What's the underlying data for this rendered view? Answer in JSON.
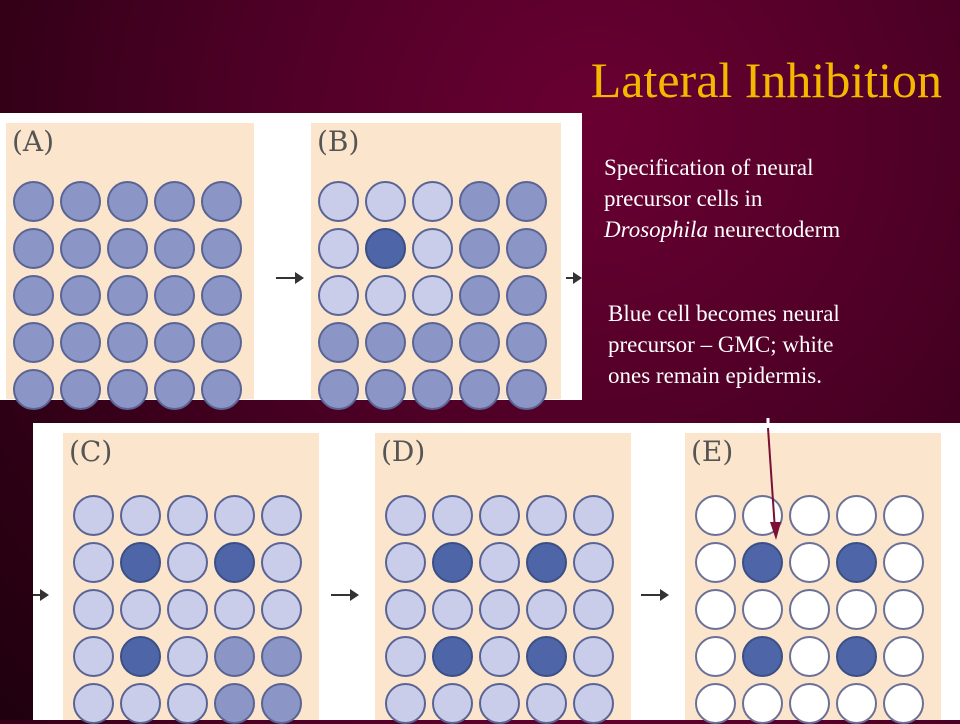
{
  "title": "Lateral Inhibition",
  "description_text": {
    "line1": "Specification of neural",
    "line2": "precursor cells in",
    "line3_italic": "Drosophila",
    "line3_rest": " neurectoderm"
  },
  "annotation_text": {
    "line1": "Blue cell becomes neural",
    "line2": "precursor – GMC; white",
    "line3": "ones remain epidermis."
  },
  "colors": {
    "title": "#f5b800",
    "panel_background": "#fbe6cd",
    "neural_precursor": "#4e66a8",
    "intermediate": "#8c96c6",
    "light": "#c9cdea",
    "epidermis": "#ffffff"
  },
  "panels": [
    {
      "label": "(A)",
      "cells": [
        [
          "m",
          "m",
          "m",
          "m",
          "m"
        ],
        [
          "m",
          "m",
          "m",
          "m",
          "m"
        ],
        [
          "m",
          "m",
          "m",
          "m",
          "m"
        ],
        [
          "m",
          "m",
          "m",
          "m",
          "m"
        ],
        [
          "m",
          "m",
          "m",
          "m",
          "m"
        ]
      ]
    },
    {
      "label": "(B)",
      "cells": [
        [
          "l",
          "l",
          "l",
          "m",
          "m"
        ],
        [
          "l",
          "d",
          "l",
          "m",
          "m"
        ],
        [
          "l",
          "l",
          "l",
          "m",
          "m"
        ],
        [
          "m",
          "m",
          "m",
          "m",
          "m"
        ],
        [
          "m",
          "m",
          "m",
          "m",
          "m"
        ]
      ]
    },
    {
      "label": "(C)",
      "cells": [
        [
          "l",
          "l",
          "l",
          "l",
          "l"
        ],
        [
          "l",
          "d",
          "l",
          "d",
          "l"
        ],
        [
          "l",
          "l",
          "l",
          "l",
          "l"
        ],
        [
          "l",
          "d",
          "l",
          "m",
          "m"
        ],
        [
          "l",
          "l",
          "l",
          "m",
          "m"
        ]
      ]
    },
    {
      "label": "(D)",
      "cells": [
        [
          "l",
          "l",
          "l",
          "l",
          "l"
        ],
        [
          "l",
          "d",
          "l",
          "d",
          "l"
        ],
        [
          "l",
          "l",
          "l",
          "l",
          "l"
        ],
        [
          "l",
          "d",
          "l",
          "d",
          "l"
        ],
        [
          "l",
          "l",
          "l",
          "l",
          "l"
        ]
      ]
    },
    {
      "label": "(E)",
      "cells": [
        [
          "w",
          "w",
          "w",
          "w",
          "w"
        ],
        [
          "w",
          "d",
          "w",
          "d",
          "w"
        ],
        [
          "w",
          "w",
          "w",
          "w",
          "w"
        ],
        [
          "w",
          "d",
          "w",
          "d",
          "w"
        ],
        [
          "w",
          "w",
          "w",
          "w",
          "w"
        ]
      ]
    }
  ]
}
